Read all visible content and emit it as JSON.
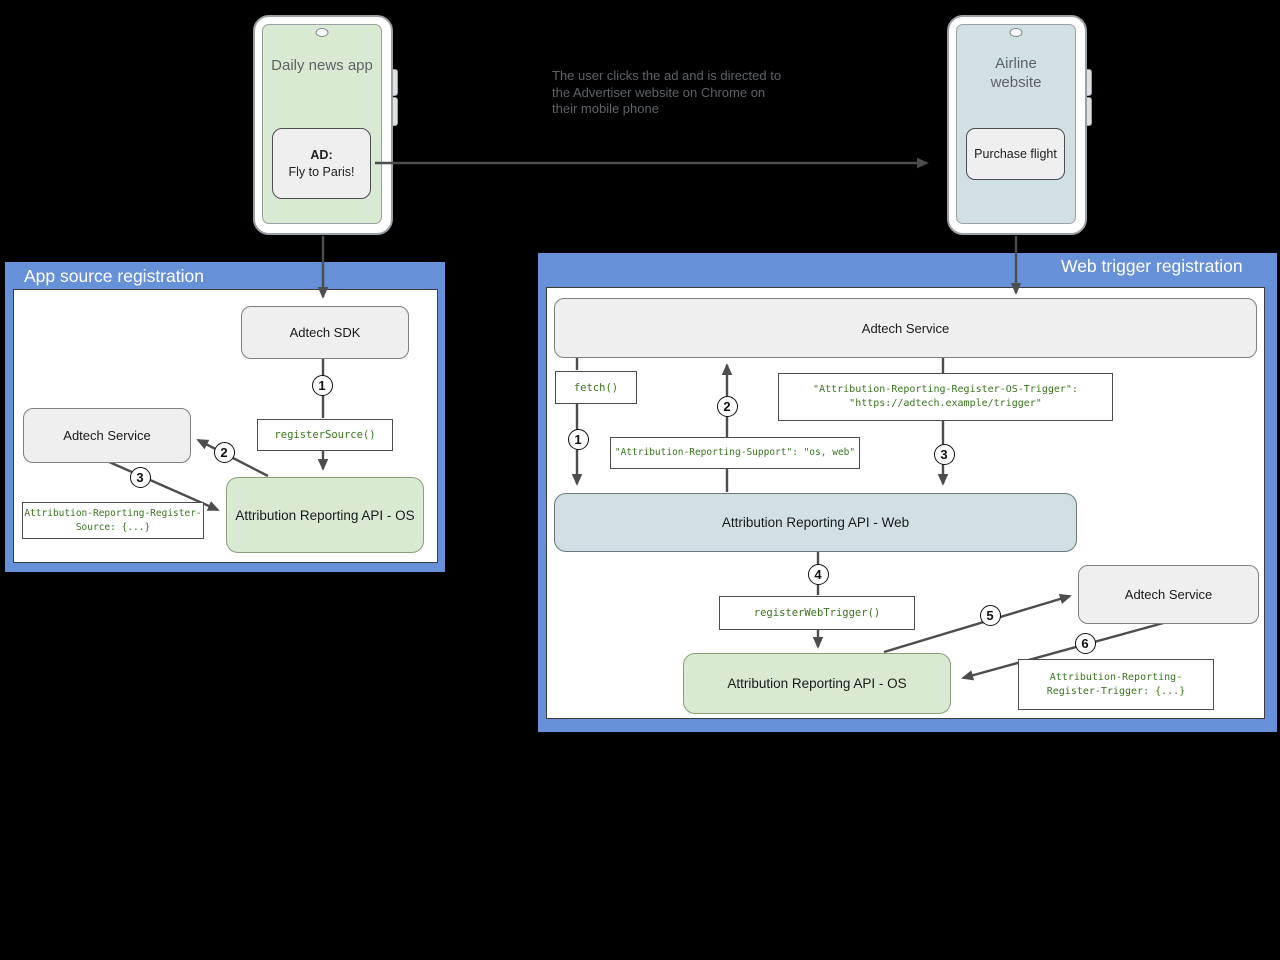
{
  "colors": {
    "background": "#000000",
    "panel_blue": "#6690d8",
    "box_grey": "#efefef",
    "box_green": "#d9ead3",
    "box_light_blue": "#d0e0e3",
    "code_text_green": "#38761d",
    "arrow_grey": "#4d4d4d",
    "muted_text_grey": "#5f6368"
  },
  "left_phone": {
    "app_title": "Daily news app",
    "ad_heading": "AD:",
    "ad_text": "Fly to Paris!"
  },
  "right_phone": {
    "app_title": "Airline website",
    "button_label": "Purchase flight"
  },
  "annotation": "The user clicks the ad and is directed to\nthe Advertiser website on Chrome on\ntheir mobile phone",
  "app_source_panel": {
    "title": "App source registration",
    "adtech_sdk": "Adtech SDK",
    "adtech_service": "Adtech Service",
    "register_source_call": "registerSource()",
    "register_source_header": "Attribution-Reporting-Register-\nSource: {...}",
    "api_os": "Attribution Reporting API - OS",
    "steps": {
      "s1": "1",
      "s2": "2",
      "s3": "3"
    }
  },
  "web_trigger_panel": {
    "title": "Web trigger registration",
    "adtech_service_top": "Adtech Service",
    "fetch_call": "fetch()",
    "os_trigger_header": "\"Attribution-Reporting-Register-OS-Trigger\":\n\"https://adtech.example/trigger\"",
    "support_header": "\"Attribution-Reporting-Support\": \"os, web\"",
    "api_web": "Attribution Reporting API - Web",
    "register_web_trigger_call": "registerWebTrigger()",
    "api_os": "Attribution Reporting API - OS",
    "adtech_service_side": "Adtech Service",
    "register_trigger_header": "Attribution-Reporting-\nRegister-Trigger: {...}",
    "steps": {
      "s1": "1",
      "s2": "2",
      "s3": "3",
      "s4": "4",
      "s5": "5",
      "s6": "6"
    }
  }
}
